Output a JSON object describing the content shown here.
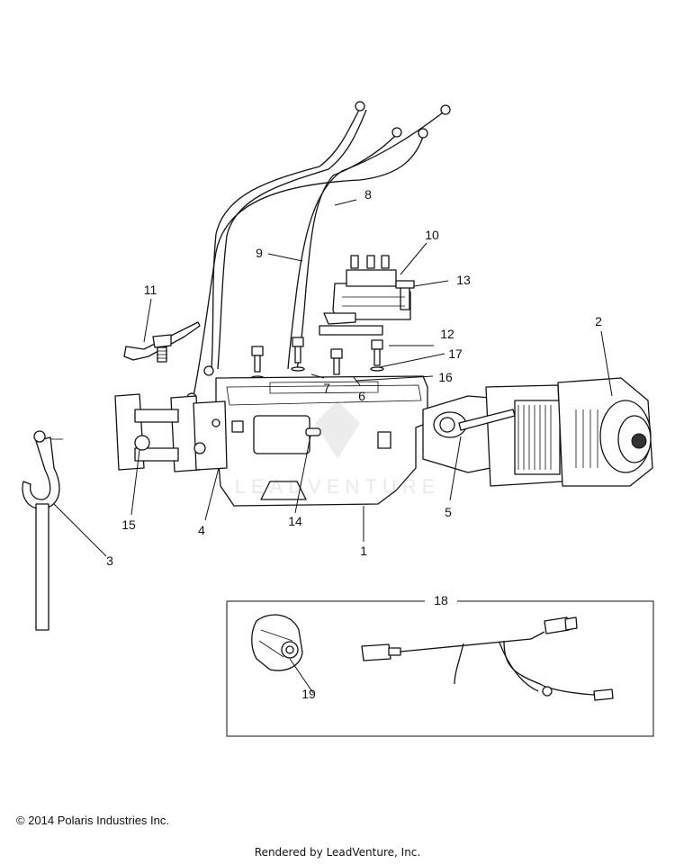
{
  "callouts": [
    {
      "id": "c1",
      "text": "1"
    },
    {
      "id": "c2",
      "text": "2"
    },
    {
      "id": "c3",
      "text": "3"
    },
    {
      "id": "c4",
      "text": "4"
    },
    {
      "id": "c5",
      "text": "5"
    },
    {
      "id": "c6",
      "text": "6"
    },
    {
      "id": "c7",
      "text": "7"
    },
    {
      "id": "c8",
      "text": "8"
    },
    {
      "id": "c9",
      "text": "9"
    },
    {
      "id": "c10",
      "text": "10"
    },
    {
      "id": "c11",
      "text": "11"
    },
    {
      "id": "c12",
      "text": "12"
    },
    {
      "id": "c13",
      "text": "13"
    },
    {
      "id": "c14",
      "text": "14"
    },
    {
      "id": "c15",
      "text": "15"
    },
    {
      "id": "c16",
      "text": "16"
    },
    {
      "id": "c17",
      "text": "17"
    },
    {
      "id": "c18",
      "text": "18"
    },
    {
      "id": "c19",
      "text": "19"
    }
  ],
  "watermark": "LEADVENTURE",
  "footer": {
    "copyright": "© 2014 Polaris Industries Inc.",
    "rendered_by": "Rendered by LeadVenture, Inc."
  }
}
